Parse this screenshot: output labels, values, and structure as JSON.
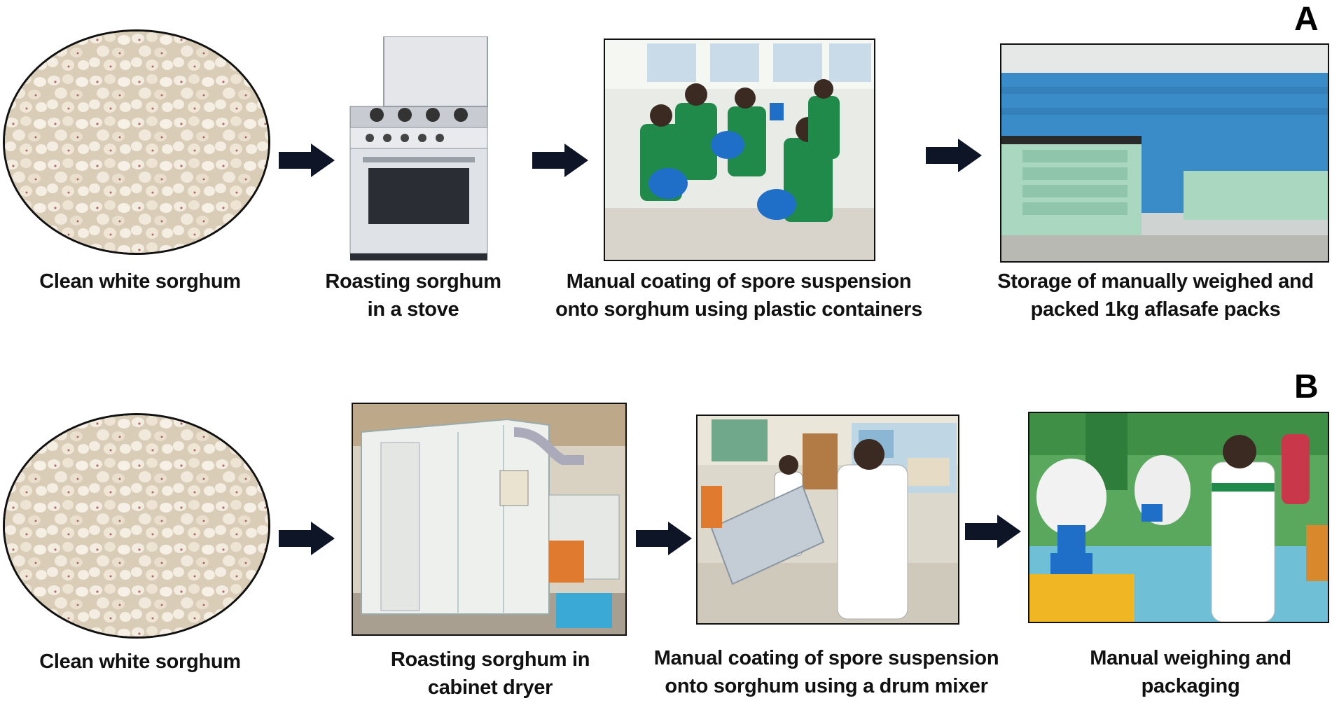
{
  "panels": [
    {
      "letter": "A",
      "steps": [
        {
          "caption_line1": "Clean white sorghum",
          "caption_line2": ""
        },
        {
          "caption_line1": "Roasting sorghum",
          "caption_line2": "in a stove"
        },
        {
          "caption_line1": "Manual coating of spore suspension",
          "caption_line2": "onto sorghum using plastic containers"
        },
        {
          "caption_line1": "Storage of manually weighed and",
          "caption_line2": "packed 1kg aflasafe  packs"
        }
      ]
    },
    {
      "letter": "B",
      "steps": [
        {
          "caption_line1": "Clean white sorghum",
          "caption_line2": ""
        },
        {
          "caption_line1": "Roasting sorghum in",
          "caption_line2": "cabinet dryer"
        },
        {
          "caption_line1": "Manual coating of spore suspension",
          "caption_line2": "onto sorghum using a drum mixer"
        },
        {
          "caption_line1": "Manual weighing and",
          "caption_line2": "packaging"
        }
      ]
    }
  ],
  "colors": {
    "arrow": "#0d1526",
    "lab_coat": "#1f8a4a",
    "bucket": "#1f6fc9",
    "sorghum": "#efe7d8"
  }
}
